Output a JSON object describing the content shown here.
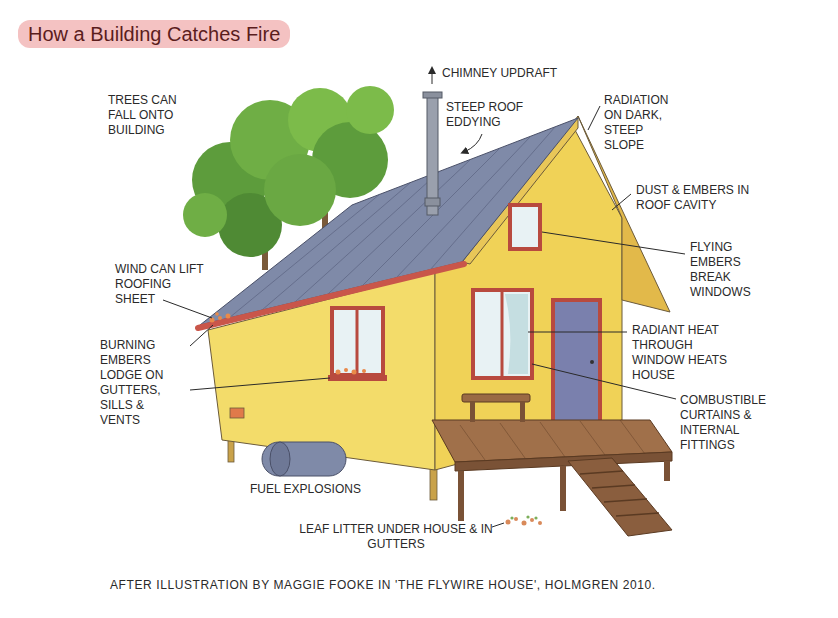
{
  "diagram": {
    "title": "How a Building Catches Fire",
    "caption": "AFTER ILLUSTRATION BY MAGGIE FOOKE IN 'THE FLYWIRE HOUSE', HOLMGREN 2010.",
    "labels": [
      "TREES CAN FALL ONTO BUILDING",
      "CHIMNEY UPDRAFT",
      "STEEP ROOF EDDYING",
      "RADIATION ON DARK, STEEP SLOPE",
      "DUST & EMBERS IN ROOF CAVITY",
      "FLYING EMBERS BREAK WINDOWS",
      "RADIANT HEAT THROUGH WINDOW HEATS HOUSE",
      "COMBUSTIBLE CURTAINS & INTERNAL FITTINGS",
      "WIND CAN LIFT ROOFING SHEET",
      "BURNING EMBERS LODGE ON GUTTERS, SILLS & VENTS",
      "FUEL EXPLOSIONS",
      "LEAF LITTER UNDER HOUSE & IN GUTTERS"
    ]
  }
}
